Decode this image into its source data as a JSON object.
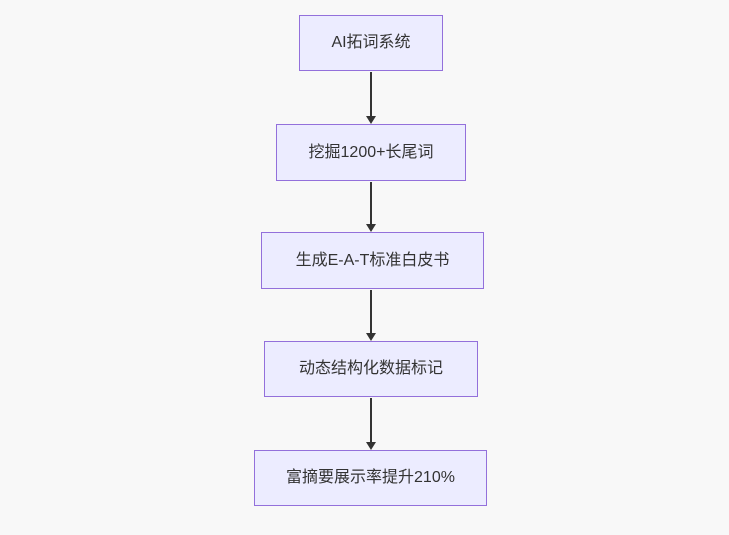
{
  "flowchart": {
    "type": "flowchart-vertical",
    "nodes": [
      {
        "id": "A",
        "label": "AI拓词系统"
      },
      {
        "id": "B",
        "label": "挖掘1200+长尾词"
      },
      {
        "id": "C",
        "label": "生成E-A-T标准白皮书"
      },
      {
        "id": "D",
        "label": "动态结构化数据标记"
      },
      {
        "id": "E",
        "label": "富摘要展示率提升210%"
      }
    ],
    "edges": [
      {
        "from": "A",
        "to": "B"
      },
      {
        "from": "B",
        "to": "C"
      },
      {
        "from": "C",
        "to": "D"
      },
      {
        "from": "D",
        "to": "E"
      }
    ],
    "colors": {
      "background": "#f8f8f8",
      "node_fill": "#ececff",
      "node_border": "#9370db",
      "arrow": "#333333",
      "text": "#333333"
    }
  }
}
